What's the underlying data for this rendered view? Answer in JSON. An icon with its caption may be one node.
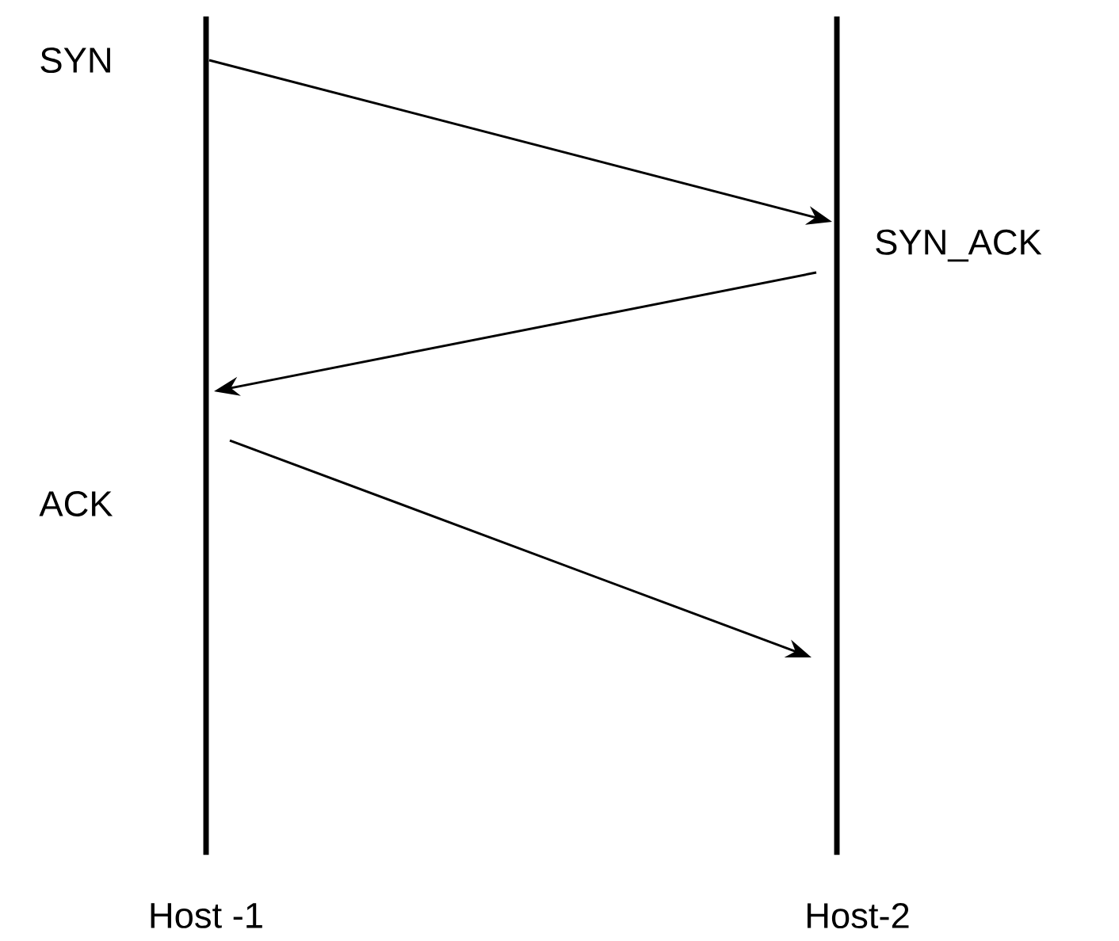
{
  "diagram": {
    "nodes": [
      {
        "text": [
          "Host -1"
        ]
      },
      {
        "text": [
          "Host-2"
        ]
      }
    ],
    "edges": [
      {
        "from": 0,
        "to": 1,
        "arrow": "to",
        "label": "SYN"
      },
      {
        "from": 1,
        "to": 0,
        "arrow": "to",
        "label": "SYN_ACK"
      },
      {
        "from": 0,
        "to": 1,
        "arrow": "to",
        "label": "ACK"
      }
    ]
  }
}
